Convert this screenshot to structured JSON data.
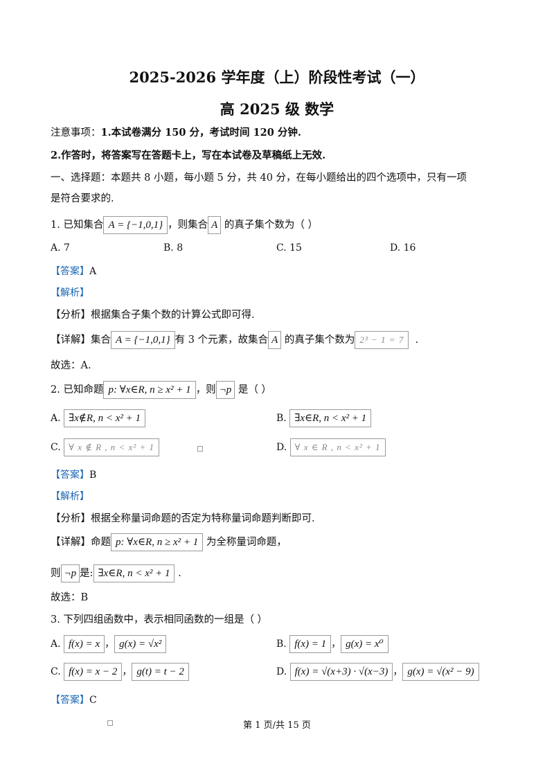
{
  "header": {
    "title": "2025-2026 学年度（上）阶段性考试（一）",
    "subtitle": "高 2025 级    数学"
  },
  "notes": {
    "line1_prefix": "注意事项：",
    "line1_body": "1.本试卷满分 150 分，考试时间 120 分钟.",
    "line2": "2.作答时，将答案写在答题卡上，写在本试卷及草稿纸上无效.",
    "section_line1": "一、选择题：本题共 8 小题，每小题 5 分，共 40 分，在每小题给出的四个选项中，只有一项",
    "section_line2": "是符合要求的."
  },
  "labels": {
    "answer": "【答案】",
    "analysis": "【解析】",
    "fenxi": "【分析】",
    "detail": "【详解】",
    "choose_prefix": "故选："
  },
  "q1": {
    "stem_pre": "1. 已知集合",
    "set_expr": "A = {−1,0,1}",
    "stem_mid": "，则集合",
    "var_a": "A",
    "stem_post": "的真子集个数为（      ）",
    "options": [
      "A. 7",
      "B. 8",
      "C. 15",
      "D. 16"
    ],
    "answer": "A",
    "fenxi": "根据集合子集个数的计算公式即可得.",
    "detail_pre": "集合",
    "detail_mid": "有 3 个元素，故集合",
    "detail_mid2": "的真子集个数为",
    "detail_calc": "2³ − 1 = 7",
    "detail_end": ".",
    "choose": "A."
  },
  "q2": {
    "stem_pre": "2. 已知命题",
    "prop": "p: ∀x∈R, n ≥ x² + 1",
    "stem_mid": "，则",
    "neg_p": "¬p",
    "stem_post": "是（      ）",
    "optA_label": "A.",
    "optA": "∃x∉R, n < x² + 1",
    "optB_label": "B.",
    "optB": "∃x∈R, n < x² + 1",
    "optC_label": "C.",
    "optC": "∀ x ∉ R , n < x² + 1",
    "optD_label": "D.",
    "optD": "∀ x ∈ R , n < x² + 1",
    "answer": "B",
    "fenxi": "根据全称量词命题的否定为特称量词命题判断即可.",
    "detail_pre": "命题",
    "detail_post": "为全称量词命题，",
    "then_pre": "则",
    "then_mid": "是:",
    "then_expr": "∃x∈R, n < x² + 1",
    "then_end": ".",
    "choose": "B"
  },
  "q3": {
    "stem": "3. 下列四组函数中，表示相同函数的一组是（        ）",
    "optA_label": "A.",
    "optA_f": "f(x) = x",
    "optA_g": "g(x) = √x²",
    "optB_label": "B.",
    "optB_f": "f(x) = 1",
    "optB_g": "g(x) = x⁰",
    "optC_label": "C.",
    "optC_f": "f(x) = x − 2",
    "optC_g": "g(t) = t − 2",
    "optD_label": "D.",
    "optD_f": "f(x) = √(x+3) · √(x−3)",
    "optD_g": "g(x) = √(x² − 9)",
    "comma": "，",
    "answer": "C"
  },
  "footer": {
    "page": "第 1 页/共 15 页"
  }
}
